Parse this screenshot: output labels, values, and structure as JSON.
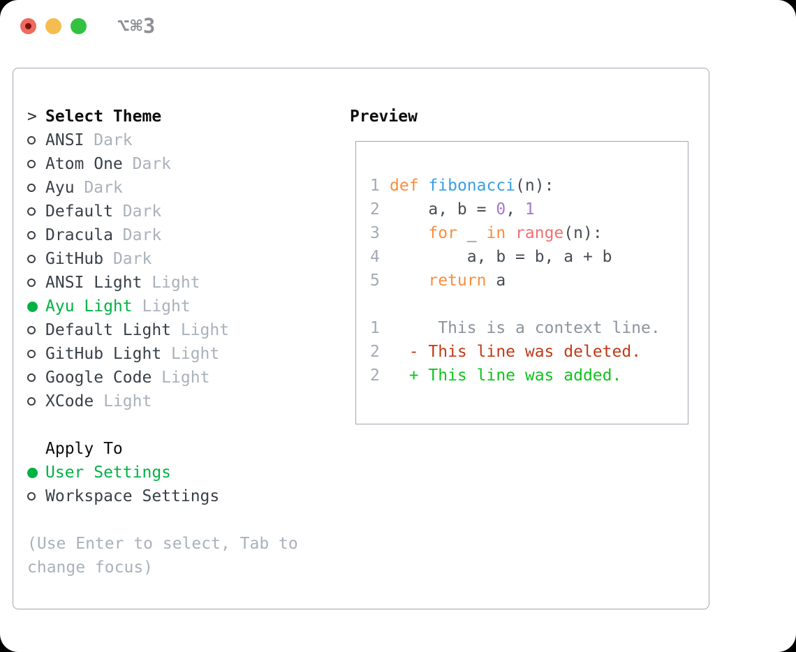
{
  "window": {
    "title": "⌥⌘3",
    "traffic_lights": {
      "close": "#ec6a5e",
      "close_dot": "#7d0f08",
      "minimize": "#f5bd4f",
      "zoom": "#33c240"
    }
  },
  "panel": {
    "select_theme": {
      "marker": ">",
      "label": "Select Theme"
    },
    "themes": [
      {
        "name": "ANSI",
        "variant": "Dark",
        "selected": false
      },
      {
        "name": "Atom One",
        "variant": "Dark",
        "selected": false
      },
      {
        "name": "Ayu",
        "variant": "Dark",
        "selected": false
      },
      {
        "name": "Default",
        "variant": "Dark",
        "selected": false
      },
      {
        "name": "Dracula",
        "variant": "Dark",
        "selected": false
      },
      {
        "name": "GitHub",
        "variant": "Dark",
        "selected": false
      },
      {
        "name": "ANSI Light",
        "variant": "Light",
        "selected": false
      },
      {
        "name": "Ayu Light",
        "variant": "Light",
        "selected": true
      },
      {
        "name": "Default Light",
        "variant": "Light",
        "selected": false
      },
      {
        "name": "GitHub Light",
        "variant": "Light",
        "selected": false
      },
      {
        "name": "Google Code",
        "variant": "Light",
        "selected": false
      },
      {
        "name": "XCode",
        "variant": "Light",
        "selected": false
      }
    ],
    "apply_to": {
      "label": "Apply To",
      "options": [
        {
          "name": "User Settings",
          "selected": true
        },
        {
          "name": "Workspace Settings",
          "selected": false
        }
      ]
    },
    "help_lines": [
      "(Use Enter to select, Tab to",
      "change focus)"
    ]
  },
  "preview": {
    "title": "Preview",
    "lines": [
      {
        "num": "1",
        "segs": [
          [
            "def",
            "keyword"
          ],
          [
            " ",
            "code"
          ],
          [
            "fibonacci",
            "function"
          ],
          [
            "(n):",
            "code"
          ]
        ]
      },
      {
        "num": "2",
        "segs": [
          [
            "    a, b = ",
            "code"
          ],
          [
            "0",
            "number"
          ],
          [
            ", ",
            "code"
          ],
          [
            "1",
            "number"
          ]
        ]
      },
      {
        "num": "3",
        "segs": [
          [
            "    ",
            "code"
          ],
          [
            "for",
            "keyword"
          ],
          [
            " _ ",
            "code"
          ],
          [
            "in",
            "keyword"
          ],
          [
            " ",
            "code"
          ],
          [
            "range",
            "builtin"
          ],
          [
            "(n):",
            "code"
          ]
        ]
      },
      {
        "num": "4",
        "segs": [
          [
            "        a, b = b, a + b",
            "code"
          ]
        ]
      },
      {
        "num": "5",
        "segs": [
          [
            "    ",
            "code"
          ],
          [
            "return",
            "keyword"
          ],
          [
            " a",
            "code"
          ]
        ]
      },
      {
        "num": "",
        "segs": []
      },
      {
        "num": "1",
        "segs": [
          [
            "     This is a context line.",
            "context"
          ]
        ]
      },
      {
        "num": "2",
        "segs": [
          [
            "  - This line was deleted.",
            "removed"
          ]
        ]
      },
      {
        "num": "2",
        "segs": [
          [
            "  + This line was added.",
            "added"
          ]
        ]
      }
    ]
  },
  "colors": {
    "keyword": "#fa8d3e",
    "function": "#399ee6",
    "number": "#a37acc",
    "builtin": "#f07171",
    "code": "#474d56",
    "context": "#8d949c",
    "removed": "#c23a17",
    "added": "#10c41d",
    "line_number": "#a2aab4",
    "ui_text": "#3a4048",
    "ui_muted": "#a9b1bb",
    "ui_selected": "#00b244",
    "header": "#0d0d0d",
    "border": "#9fa7b1"
  }
}
